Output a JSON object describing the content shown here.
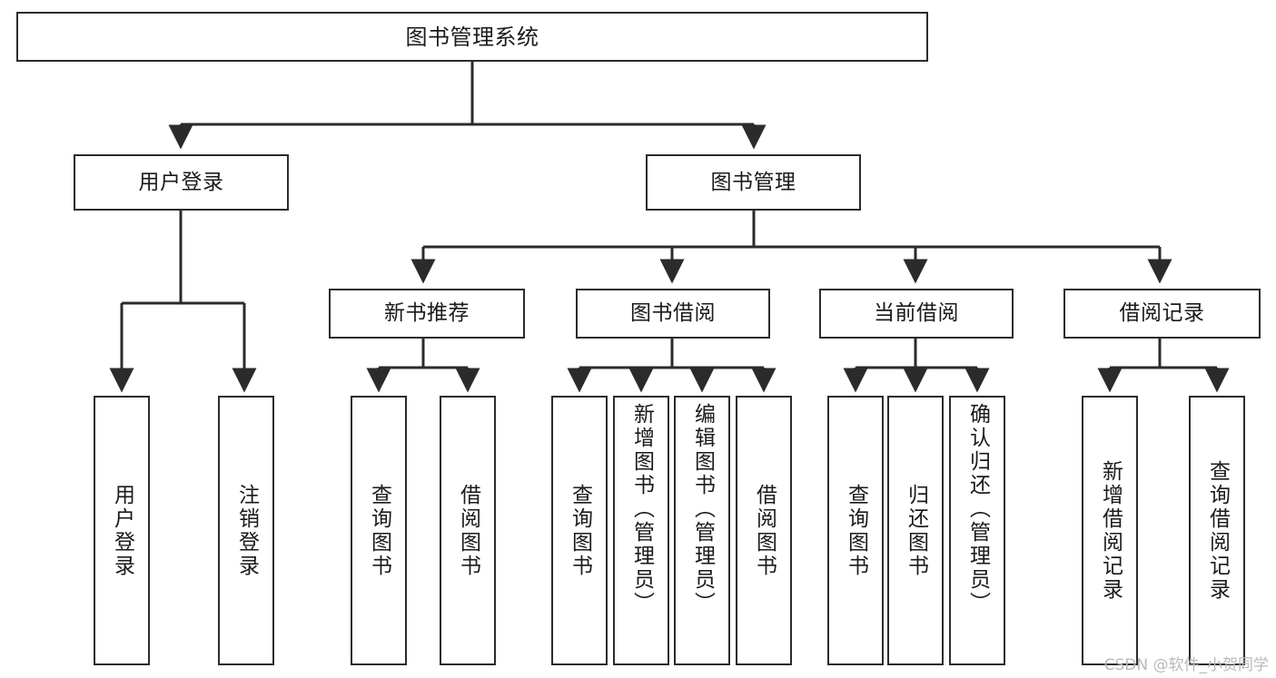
{
  "diagram": {
    "title": "图书管理系统",
    "type": "hierarchy-tree",
    "stroke_color": "#2b2b2b",
    "fill_color": "#ffffff",
    "text_color": "#1a1a1a",
    "levels": 4,
    "root": {
      "label": "图书管理系统"
    },
    "level2": [
      {
        "label": "用户登录"
      },
      {
        "label": "图书管理"
      }
    ],
    "level3": [
      {
        "label": "新书推荐"
      },
      {
        "label": "图书借阅"
      },
      {
        "label": "当前借阅"
      },
      {
        "label": "借阅记录"
      }
    ],
    "leaves": {
      "user_login": [
        {
          "label": "用户登录"
        },
        {
          "label": "注销登录"
        }
      ],
      "new_book_recommend": [
        {
          "label": "查询图书"
        },
        {
          "label": "借阅图书"
        }
      ],
      "book_borrow": [
        {
          "label": "查询图书"
        },
        {
          "label": "新增图书（管理员）"
        },
        {
          "label": "编辑图书（管理员）"
        },
        {
          "label": "借阅图书"
        }
      ],
      "current_borrow": [
        {
          "label": "查询图书"
        },
        {
          "label": "归还图书"
        },
        {
          "label": "确认归还（管理员）"
        }
      ],
      "borrow_record": [
        {
          "label": "新增借阅记录"
        },
        {
          "label": "查询借阅记录"
        }
      ]
    }
  },
  "watermark": {
    "text": "CSDN @软件_小贺同学"
  }
}
